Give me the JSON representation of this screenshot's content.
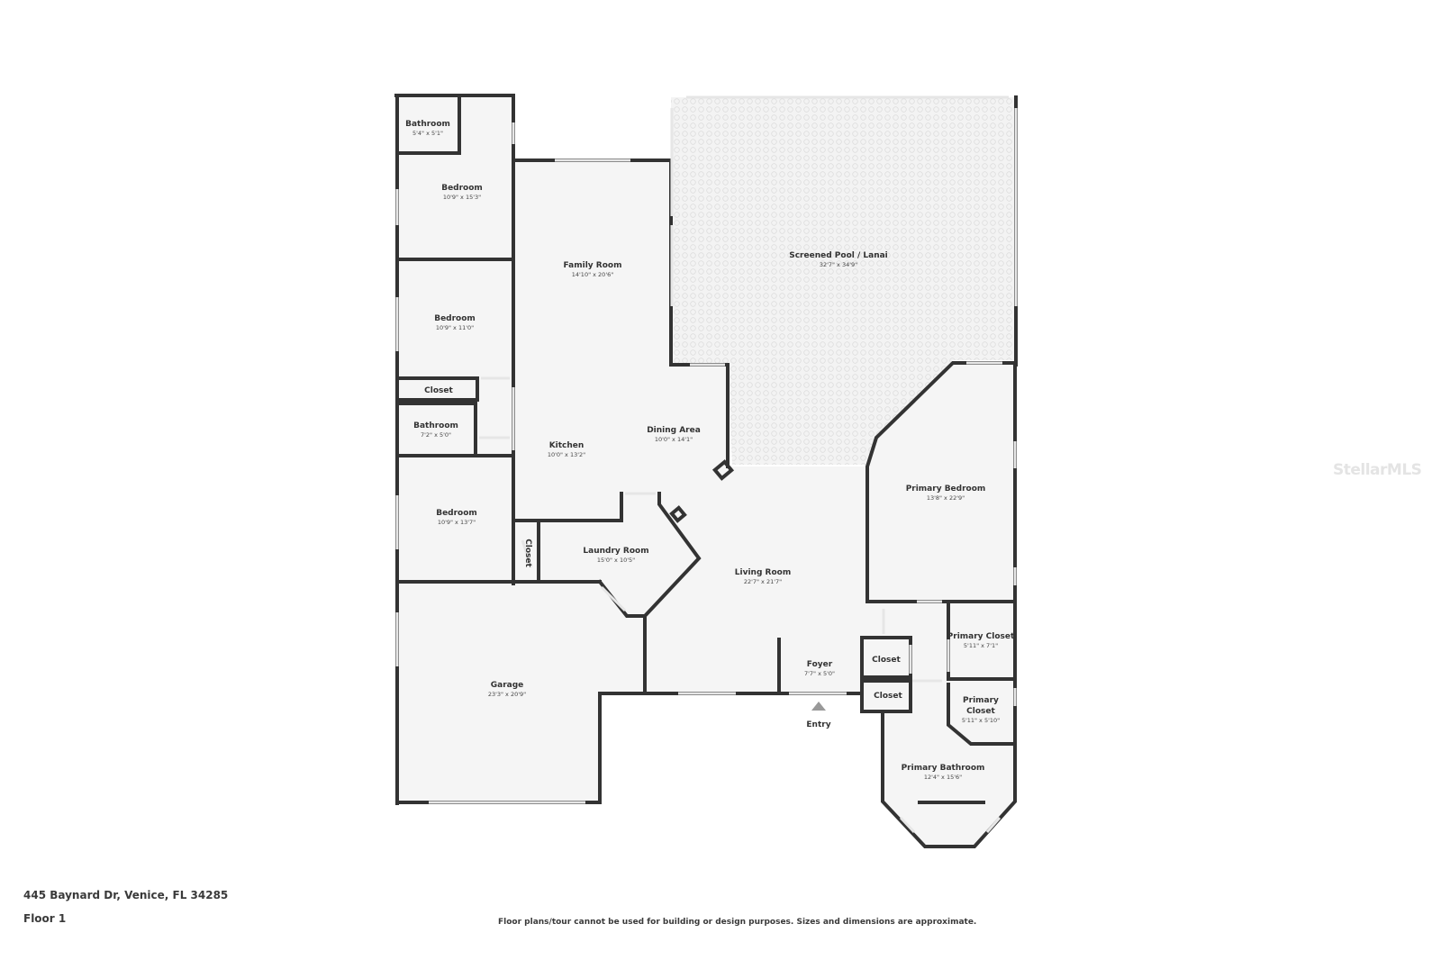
{
  "address": "445 Baynard Dr, Venice, FL 34285",
  "floor_label": "Floor 1",
  "disclaimer": "Floor plans/tour cannot be used for building or design purposes. Sizes and dimensions are approximate.",
  "watermark": "StellarMLS",
  "entry_label": "Entry",
  "colors": {
    "wall": "#333333",
    "floor": "#f5f5f5",
    "window": "#e9e9e9",
    "pool_pattern": "#dcdcdc",
    "background": "#ffffff"
  },
  "rooms": {
    "bathroom_nw": {
      "name": "Bathroom",
      "dims": "5'4\" x 5'1\""
    },
    "bedroom_1": {
      "name": "Bedroom",
      "dims": "10'9\" x 15'3\""
    },
    "bedroom_2": {
      "name": "Bedroom",
      "dims": "10'9\" x 11'0\""
    },
    "closet_hall": {
      "name": "Closet"
    },
    "bathroom_hall": {
      "name": "Bathroom",
      "dims": "7'2\" x 5'0\""
    },
    "bedroom_3": {
      "name": "Bedroom",
      "dims": "10'9\" x 13'7\""
    },
    "closet_vertical": {
      "name": "Closet"
    },
    "family_room": {
      "name": "Family Room",
      "dims": "14'10\" x 20'6\""
    },
    "kitchen": {
      "name": "Kitchen",
      "dims": "10'0\" x 13'2\""
    },
    "dining_area": {
      "name": "Dining Area",
      "dims": "10'0\" x 14'1\""
    },
    "laundry_room": {
      "name": "Laundry Room",
      "dims": "15'0\" x 10'5\""
    },
    "living_room": {
      "name": "Living Room",
      "dims": "22'7\" x 21'7\""
    },
    "foyer": {
      "name": "Foyer",
      "dims": "7'7\" x 5'0\""
    },
    "garage": {
      "name": "Garage",
      "dims": "23'3\" x 20'9\""
    },
    "pool_lanai": {
      "name": "Screened Pool / Lanai",
      "dims": "32'7\" x 34'9\""
    },
    "primary_bedroom": {
      "name": "Primary Bedroom",
      "dims": "13'8\" x 22'9\""
    },
    "primary_closet_1": {
      "name": "Primary Closet",
      "dims": "5'11\" x 7'1\""
    },
    "primary_closet_2": {
      "name_line1": "Primary",
      "name_line2": "Closet",
      "dims": "5'11\" x 5'10\""
    },
    "closet_a": {
      "name": "Closet"
    },
    "closet_b": {
      "name": "Closet"
    },
    "primary_bathroom": {
      "name": "Primary Bathroom",
      "dims": "12'4\" x 15'6\""
    }
  }
}
